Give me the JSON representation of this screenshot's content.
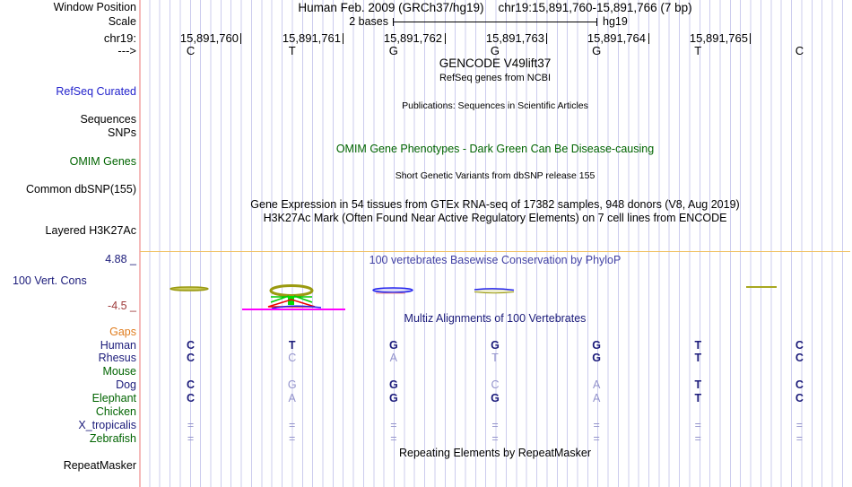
{
  "palette": {
    "grid_line": "#ccccee",
    "left_border_line": "#f5baba",
    "h3k27ac_baseline": "#f0c060",
    "navy_text": "#1b1b7a",
    "mismatch_base": "#9494cc",
    "green_text": "#006400",
    "orange_text": "#e07d1f",
    "blue_link_text": "#2222cc",
    "maroon_text": "#9e3a3a",
    "magenta_shape": "#ff00ff",
    "olive_shape": "#9a9a10",
    "red_shape": "#ee0000",
    "green_shape": "#00cc00",
    "blue_shape": "#2222ee"
  },
  "header": {
    "window_position_label": "Window Position",
    "assembly_title": "Human Feb. 2009 (GRCh37/hg19)",
    "position_title": "chr19:15,891,760-15,891,766 (7 bp)",
    "scale_label": "Scale",
    "scale_value": "2 bases",
    "scale_assembly": "hg19",
    "chrom_label": "chr19:",
    "strand_label": "--->"
  },
  "ruler": {
    "coordinates": [
      "15,891,760",
      "15,891,761",
      "15,891,762",
      "15,891,763",
      "15,891,764",
      "15,891,765"
    ],
    "bases": [
      "C",
      "T",
      "G",
      "G",
      "G",
      "T",
      "C"
    ]
  },
  "tracks": {
    "gencode_title": "GENCODE V49lift37",
    "refseq_subtitle": "RefSeq genes from NCBI",
    "refseq_label": "RefSeq Curated",
    "publications_title": "Publications: Sequences in Scientific Articles",
    "sequences_label": "Sequences",
    "snps_label": "SNPs",
    "omim_title": "OMIM Gene Phenotypes - Dark Green Can Be Disease-causing",
    "omim_label": "OMIM Genes",
    "dbsnp_title": "Short Genetic Variants from dbSNP release 155",
    "dbsnp_label": "Common dbSNP(155)",
    "gtex_title": "Gene Expression in 54 tissues from GTEx RNA-seq of 17382 samples, 948 donors (V8, Aug 2019)",
    "h3k27ac_title": "H3K27Ac Mark (Often Found Near Active Regulatory Elements) on 7 cell lines from ENCODE",
    "h3k27ac_label": "Layered H3K27Ac",
    "repeatmasker_title": "Repeating Elements by RepeatMasker",
    "repeatmasker_label": "RepeatMasker"
  },
  "conservation": {
    "title": "100 vertebrates Basewise Conservation by PhyloP",
    "label": "100 Vert. Cons",
    "axis_max": "4.88 _",
    "axis_min": "-4.5 _"
  },
  "multiz": {
    "title": "Multiz Alignments of 100 Vertebrates",
    "gaps_label": "Gaps",
    "species": [
      {
        "name": "Human",
        "name_color": "navy",
        "bases": [
          "C",
          "T",
          "G",
          "G",
          "G",
          "T",
          "C"
        ],
        "shades": [
          "dk",
          "dk",
          "dk",
          "dk",
          "dk",
          "dk",
          "dk"
        ]
      },
      {
        "name": "Rhesus",
        "name_color": "navy",
        "bases": [
          "C",
          "C",
          "A",
          "T",
          "G",
          "T",
          "C"
        ],
        "shades": [
          "dk",
          "lt",
          "lt",
          "lt",
          "dk",
          "dk",
          "dk"
        ]
      },
      {
        "name": "Mouse",
        "name_color": "green",
        "bases": [
          "",
          "",
          "",
          "",
          "",
          "",
          ""
        ],
        "shades": [
          "dk",
          "dk",
          "dk",
          "dk",
          "dk",
          "dk",
          "dk"
        ]
      },
      {
        "name": "Dog",
        "name_color": "navy",
        "bases": [
          "C",
          "G",
          "G",
          "C",
          "A",
          "T",
          "C"
        ],
        "shades": [
          "dk",
          "lt",
          "dk",
          "lt",
          "lt",
          "dk",
          "dk"
        ]
      },
      {
        "name": "Elephant",
        "name_color": "green",
        "bases": [
          "C",
          "A",
          "G",
          "G",
          "A",
          "T",
          "C"
        ],
        "shades": [
          "dk",
          "lt",
          "dk",
          "dk",
          "lt",
          "dk",
          "dk"
        ]
      },
      {
        "name": "Chicken",
        "name_color": "green",
        "bases": [
          "",
          "",
          "",
          "",
          "",
          "",
          ""
        ],
        "shades": [
          "dk",
          "dk",
          "dk",
          "dk",
          "dk",
          "dk",
          "dk"
        ]
      },
      {
        "name": "X_tropicalis",
        "name_color": "navy",
        "bases": [
          "=",
          "=",
          "=",
          "=",
          "=",
          "=",
          "="
        ],
        "shades": [
          "lt",
          "lt",
          "lt",
          "lt",
          "lt",
          "lt",
          "lt"
        ]
      },
      {
        "name": "Zebrafish",
        "name_color": "green",
        "bases": [
          "=",
          "=",
          "=",
          "=",
          "=",
          "=",
          "="
        ],
        "shades": [
          "lt",
          "lt",
          "lt",
          "lt",
          "lt",
          "lt",
          "lt"
        ]
      }
    ]
  }
}
